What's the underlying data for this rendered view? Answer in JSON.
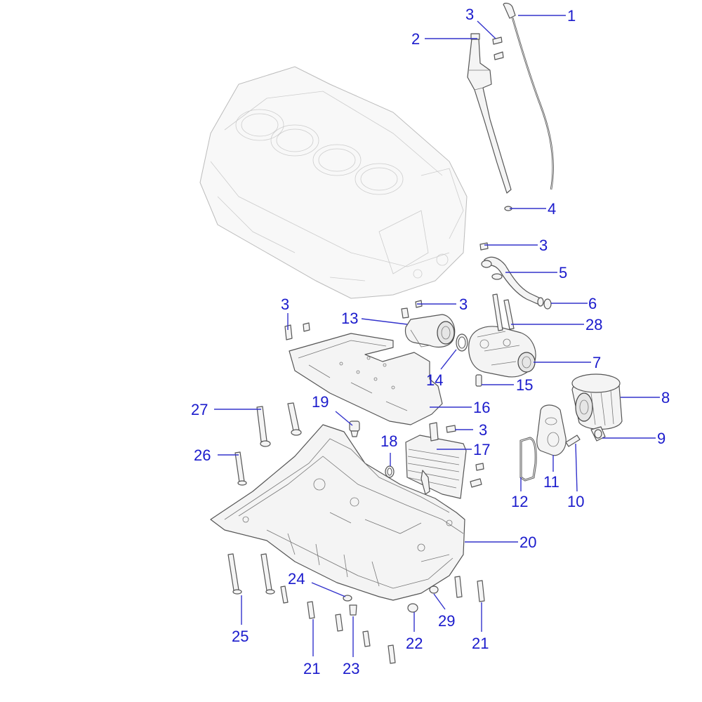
{
  "callouts": [
    {
      "id": "c1",
      "text": "1"
    },
    {
      "id": "c2",
      "text": "2"
    },
    {
      "id": "c3a",
      "text": "3"
    },
    {
      "id": "c4",
      "text": "4"
    },
    {
      "id": "c3b",
      "text": "3"
    },
    {
      "id": "c5",
      "text": "5"
    },
    {
      "id": "c6",
      "text": "6"
    },
    {
      "id": "c3c",
      "text": "3"
    },
    {
      "id": "c3d",
      "text": "3"
    },
    {
      "id": "c13",
      "text": "13"
    },
    {
      "id": "c28",
      "text": "28"
    },
    {
      "id": "c7",
      "text": "7"
    },
    {
      "id": "c14",
      "text": "14"
    },
    {
      "id": "c15",
      "text": "15"
    },
    {
      "id": "c8",
      "text": "8"
    },
    {
      "id": "c27",
      "text": "27"
    },
    {
      "id": "c19",
      "text": "19"
    },
    {
      "id": "c16",
      "text": "16"
    },
    {
      "id": "c3e",
      "text": "3"
    },
    {
      "id": "c9",
      "text": "9"
    },
    {
      "id": "c18",
      "text": "18"
    },
    {
      "id": "c17",
      "text": "17"
    },
    {
      "id": "c26",
      "text": "26"
    },
    {
      "id": "c11",
      "text": "11"
    },
    {
      "id": "c12",
      "text": "12"
    },
    {
      "id": "c10",
      "text": "10"
    },
    {
      "id": "c20",
      "text": "20"
    },
    {
      "id": "c24",
      "text": "24"
    },
    {
      "id": "c29",
      "text": "29"
    },
    {
      "id": "c25",
      "text": "25"
    },
    {
      "id": "c22",
      "text": "22"
    },
    {
      "id": "c21a",
      "text": "21"
    },
    {
      "id": "c21b",
      "text": "21"
    },
    {
      "id": "c23",
      "text": "23"
    }
  ],
  "colors": {
    "callout": "#1a1acc",
    "leader": "#3333cc",
    "line": "#555555"
  }
}
